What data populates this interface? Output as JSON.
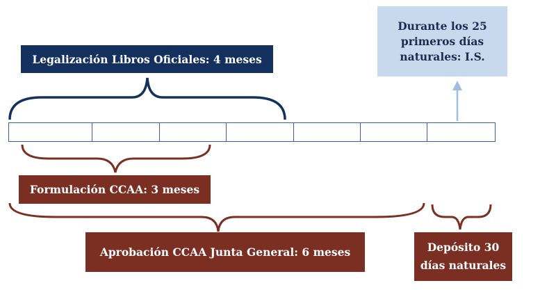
{
  "labels": {
    "legalizacion": "Legalización Libros Oficiales: 4 meses",
    "impuesto_sociedades": [
      "Durante los 25",
      "primeros días",
      "naturales: I.S."
    ],
    "formulacion": "Formulación CCAA: 3 meses",
    "aprobacion": "Aprobación CCAA Junta General: 6 meses",
    "deposito": [
      "Depósito 30",
      "días naturales"
    ]
  },
  "timeline": {
    "segments": 7
  },
  "colors": {
    "navy": "#13305f",
    "light_blue": "#c8d9ee",
    "brown": "#7a2f22",
    "timeline_border": "#3b5da0",
    "arrow": "#9fbde0"
  }
}
